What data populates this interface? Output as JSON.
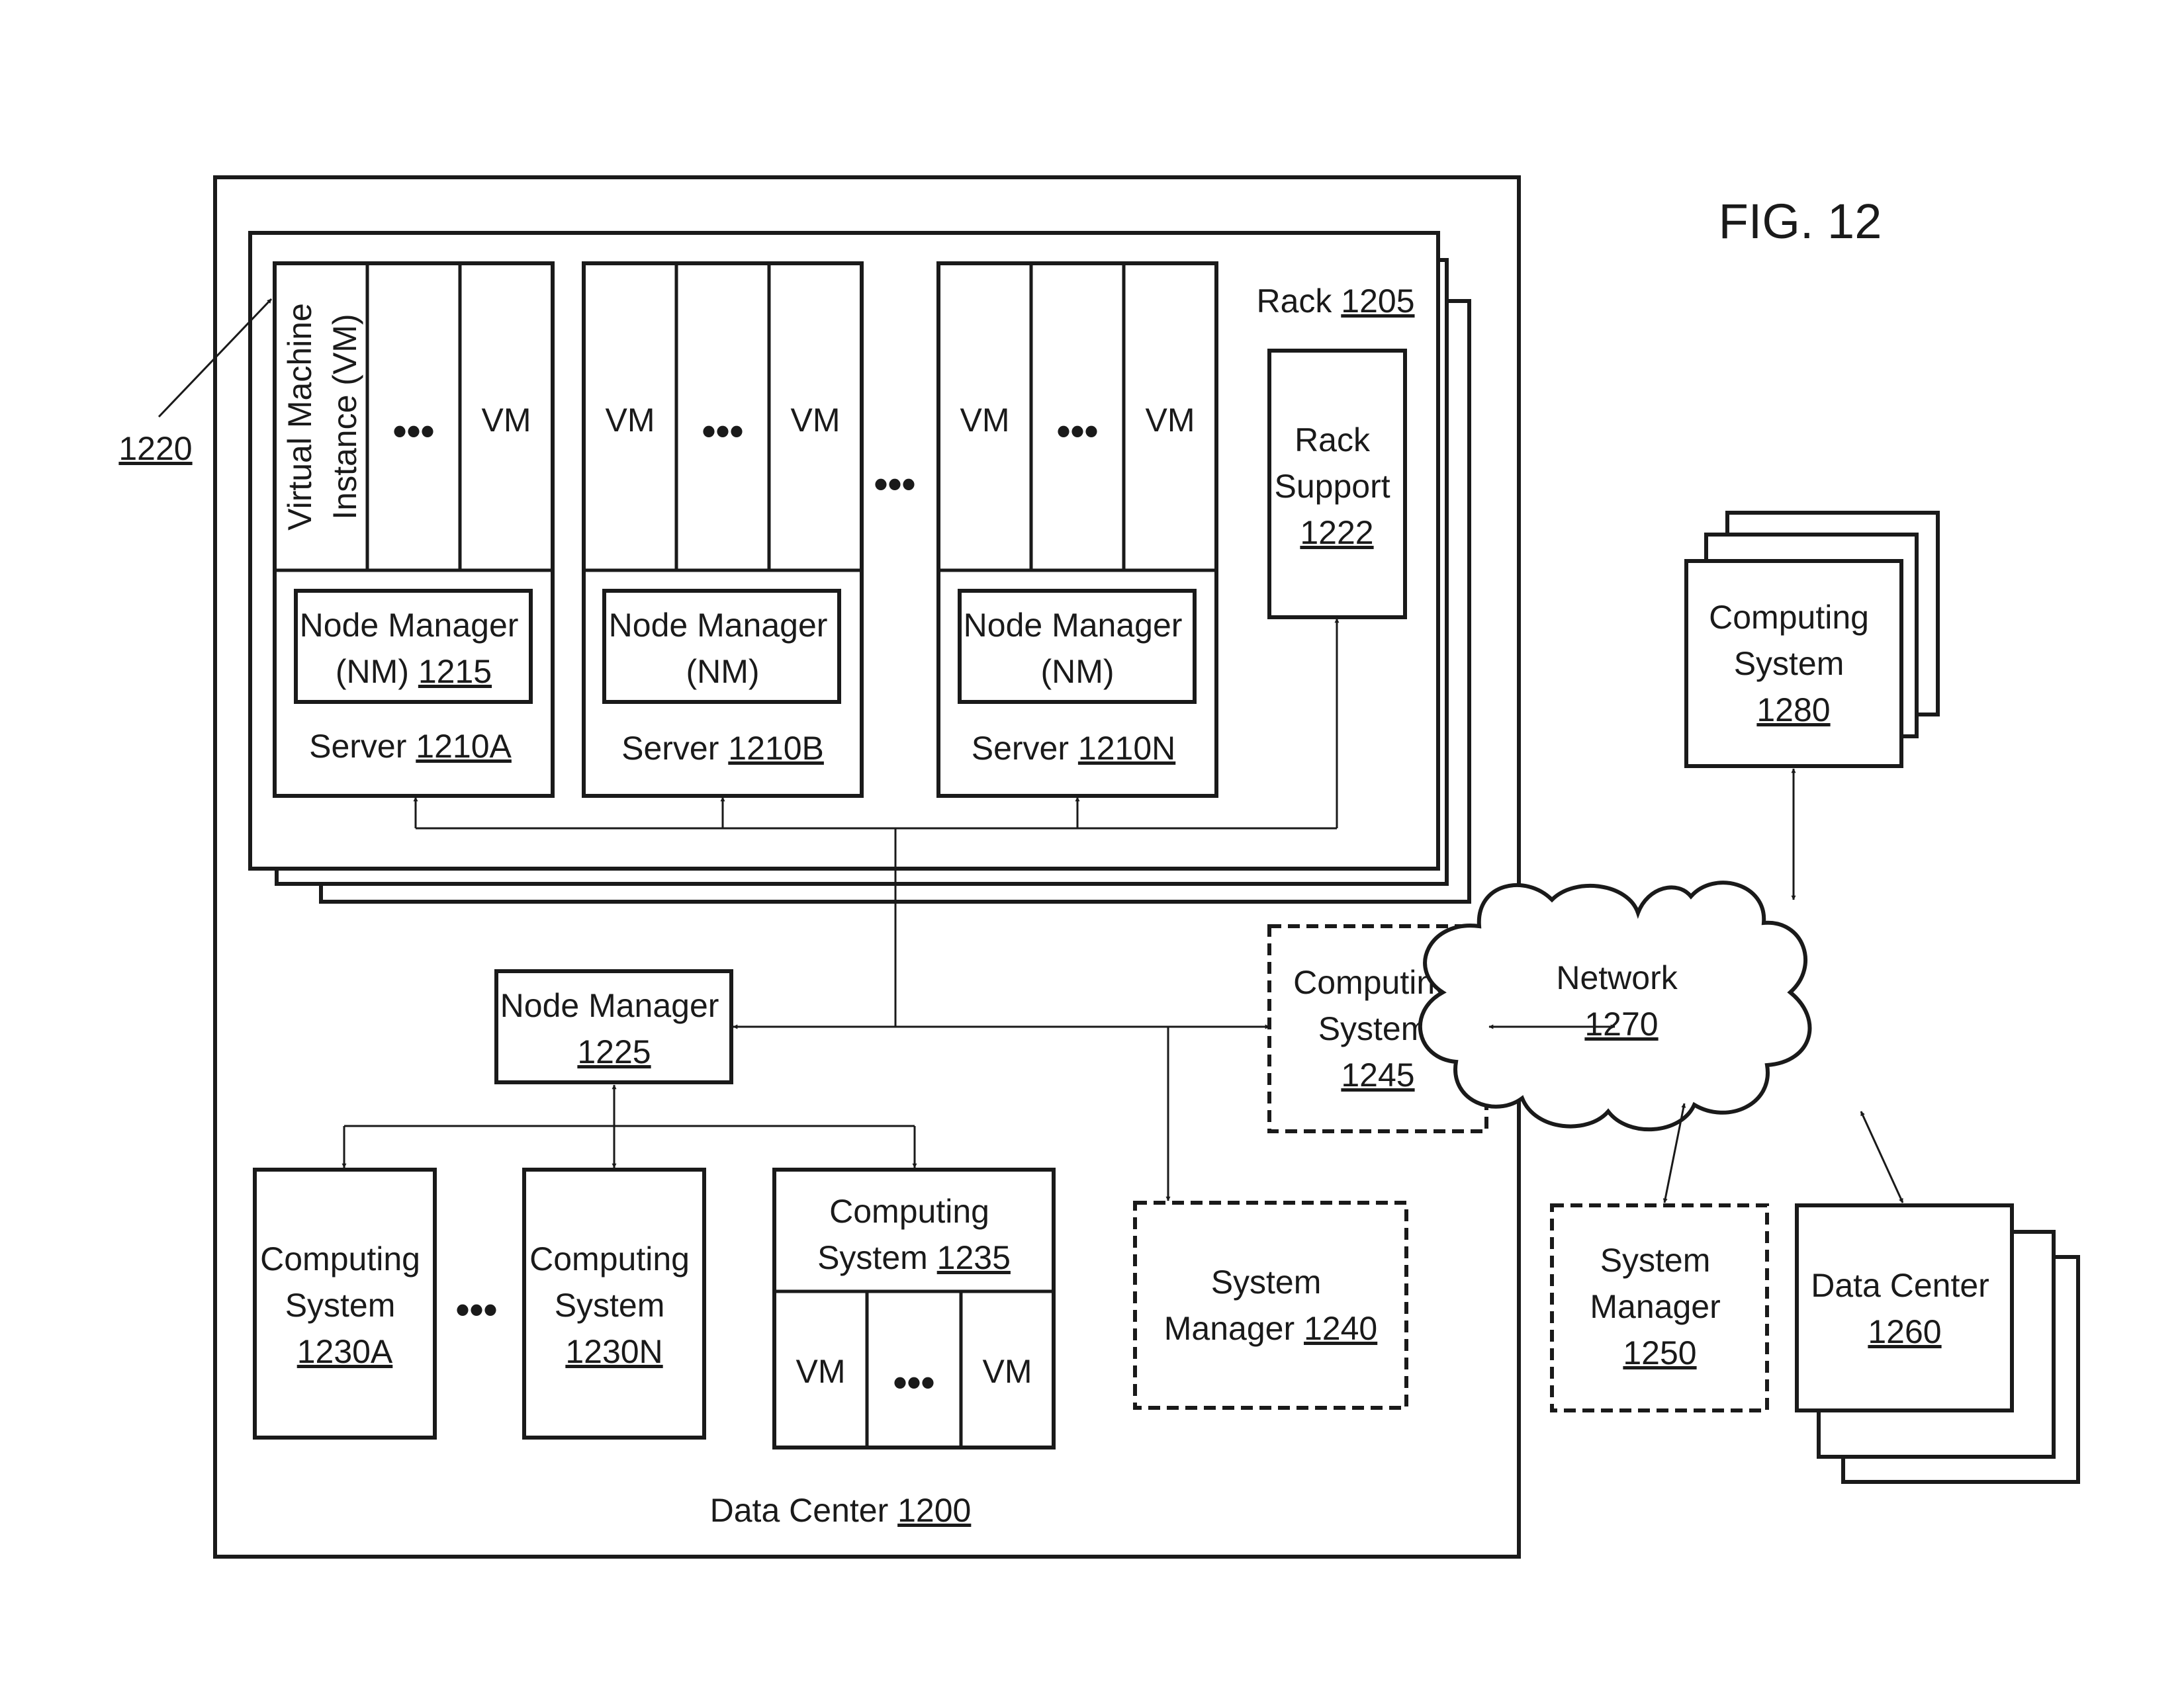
{
  "figure_label": "FIG. 12",
  "data_center": {
    "label": "Data Center ",
    "ref": "1200"
  },
  "rack": {
    "label": "Rack ",
    "ref": "1205"
  },
  "rack_support": {
    "line1": "Rack",
    "line2": "Support",
    "ref": "1222"
  },
  "vm_instance": {
    "line1": "Virtual Machine",
    "line2": "Instance (VM)"
  },
  "callout_1220": "1220",
  "vm_label": "VM",
  "ellipsis": "•••",
  "server_a": {
    "nm_line1": "Node Manager",
    "nm_line2": "(NM) ",
    "nm_ref": "1215",
    "label": "Server ",
    "ref": "1210A"
  },
  "server_b": {
    "nm_line1": "Node Manager",
    "nm_line2": "(NM)",
    "label": "Server ",
    "ref": "1210B"
  },
  "server_n": {
    "nm_line1": "Node Manager",
    "nm_line2": "(NM)",
    "label": "Server ",
    "ref": "1210N"
  },
  "node_manager_1225": {
    "line1": "Node Manager",
    "ref": "1225"
  },
  "cs_1230a": {
    "line1": "Computing",
    "line2": "System",
    "ref": "1230A"
  },
  "cs_1230n": {
    "line1": "Computing",
    "line2": "System",
    "ref": "1230N"
  },
  "cs_1235": {
    "line1": "Computing",
    "line2": "System ",
    "ref": "1235"
  },
  "cs_1245": {
    "line1": "Computing",
    "line2": "System",
    "ref": "1245"
  },
  "sm_1240": {
    "line1": "System",
    "line2": "Manager ",
    "ref": "1240"
  },
  "network": {
    "line1": "Network",
    "ref": "1270"
  },
  "cs_1280": {
    "line1": "Computing",
    "line2": "System",
    "ref": "1280"
  },
  "sm_1250": {
    "line1": "System",
    "line2": "Manager",
    "ref": "1250"
  },
  "dc_1260": {
    "line1": "Data Center",
    "ref": "1260"
  }
}
